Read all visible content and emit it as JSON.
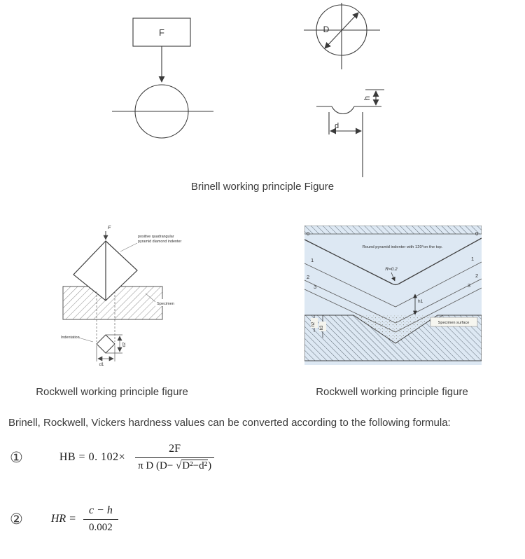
{
  "figures": {
    "brinell": {
      "caption": "Brinell working principle Figure",
      "force_label": "F",
      "diameter_label": "D",
      "depth_label": "h",
      "width_label": "d"
    },
    "vickers": {
      "caption": "Rockwell working principle figure",
      "force_label": "F",
      "indenter_line1": "positive quadrangular",
      "indenter_line2": "pyramid diamond indenter",
      "specimen_label": "Specimen",
      "indentation_label": "Indentation",
      "d1_label": "d1",
      "d2_label": "d2"
    },
    "rockwell": {
      "caption": "Rockwell working principle figure",
      "indenter_label": "Round pyramid indenter with 120°on the top.",
      "tip_radius_label": "R=0.2",
      "scale_left": [
        "0",
        "1",
        "2",
        "3"
      ],
      "scale_right": [
        "0",
        "1",
        "2",
        "3"
      ],
      "h1_label": "h1",
      "h2_label": "h2",
      "h3_label": "h3",
      "specimen_surface_label": "Specimen surface"
    }
  },
  "intro": "Brinell, Rockwell, Vickers hardness values can be converted according to the following formula:",
  "formulas": {
    "f1": {
      "index": "①",
      "lhs": "HB = 0. 102×",
      "numerator": "2F",
      "den_prefix": "π D (D− ",
      "radical_sign": "√",
      "radicand": "D²−d²",
      "den_suffix": ")"
    },
    "f2": {
      "index": "②",
      "lhs": "HR =",
      "numerator": "c − h",
      "denominator": "0.002"
    }
  }
}
